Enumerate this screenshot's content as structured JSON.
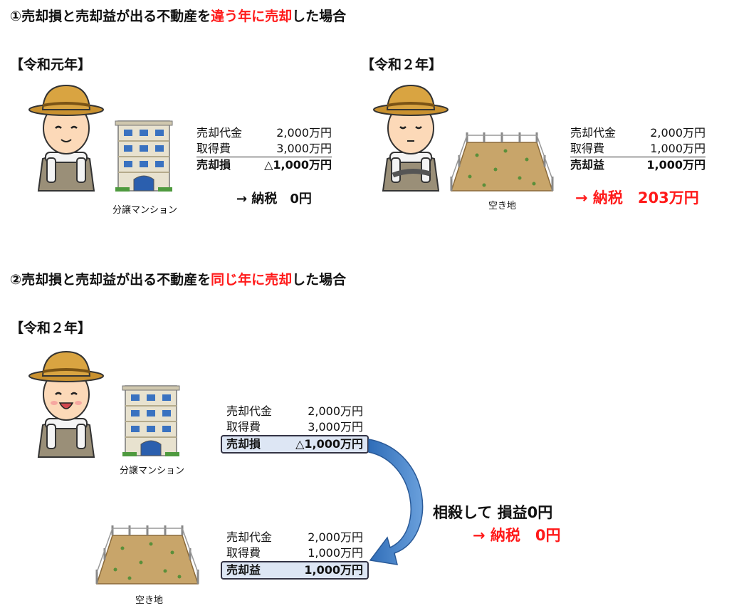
{
  "section1": {
    "heading_pre": "①売却損と売却益が出る不動産を",
    "heading_red": "違う年に売却",
    "heading_post": "した場合",
    "left": {
      "year": "【令和元年】",
      "caption": "分譲マンション",
      "rows": [
        {
          "label": "売却代金",
          "value": "2,000万円"
        },
        {
          "label": "取得費",
          "value": "3,000万円"
        },
        {
          "label": "売却損",
          "value": "△1,000万円"
        }
      ],
      "tax": "→ 納税　0円"
    },
    "right": {
      "year": "【令和２年】",
      "caption": "空き地",
      "rows": [
        {
          "label": "売却代金",
          "value": "2,000万円"
        },
        {
          "label": "取得費",
          "value": "1,000万円"
        },
        {
          "label": "売却益",
          "value": "1,000万円"
        }
      ],
      "tax": "→ 納税　203万円"
    }
  },
  "section2": {
    "heading_pre": "②売却損と売却益が出る不動産を",
    "heading_red": "同じ年に売却",
    "heading_post": "した場合",
    "year": "【令和２年】",
    "mansion_caption": "分譲マンション",
    "land_caption": "空き地",
    "top_rows": [
      {
        "label": "売却代金",
        "value": "2,000万円"
      },
      {
        "label": "取得費",
        "value": "3,000万円"
      },
      {
        "label": "売却損",
        "value": "△1,000万円"
      }
    ],
    "bottom_rows": [
      {
        "label": "売却代金",
        "value": "2,000万円"
      },
      {
        "label": "取得費",
        "value": "1,000万円"
      },
      {
        "label": "売却益",
        "value": "1,000万円"
      }
    ],
    "offset_text": "相殺して 損益0円",
    "tax": "→ 納税　0円"
  },
  "colors": {
    "accent_red": "#ff1a1a",
    "box_fill": "#dde6f4",
    "arrow_blue": "#4a86c8"
  }
}
